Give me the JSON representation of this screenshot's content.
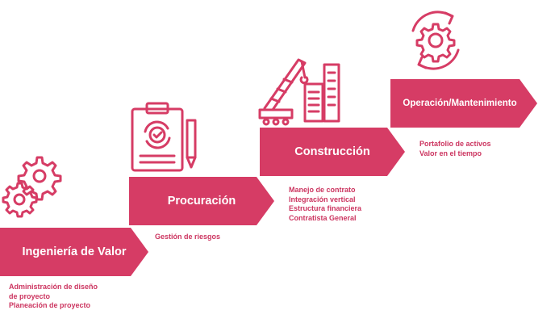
{
  "colors": {
    "accent": "#d63c65",
    "text": "#cc3560"
  },
  "stages": [
    {
      "label": "Ingeniería de Valor",
      "icon": "gears-icon",
      "details": [
        "Administración de diseño",
        "de proyecto",
        "Planeación de proyecto"
      ]
    },
    {
      "label": "Procuración",
      "icon": "clipboard-pencil-icon",
      "details": [
        "Gestión de riesgos"
      ]
    },
    {
      "label": "Construcción",
      "icon": "crane-buildings-icon",
      "details": [
        "Manejo de contrato",
        "Integración vertical",
        "Estructura financiera",
        "Contratista General"
      ]
    },
    {
      "label": "Operación/Mantenimiento",
      "icon": "gear-cycle-icon",
      "details": [
        "Portafolio de activos",
        "Valor en el tiempo"
      ]
    }
  ]
}
